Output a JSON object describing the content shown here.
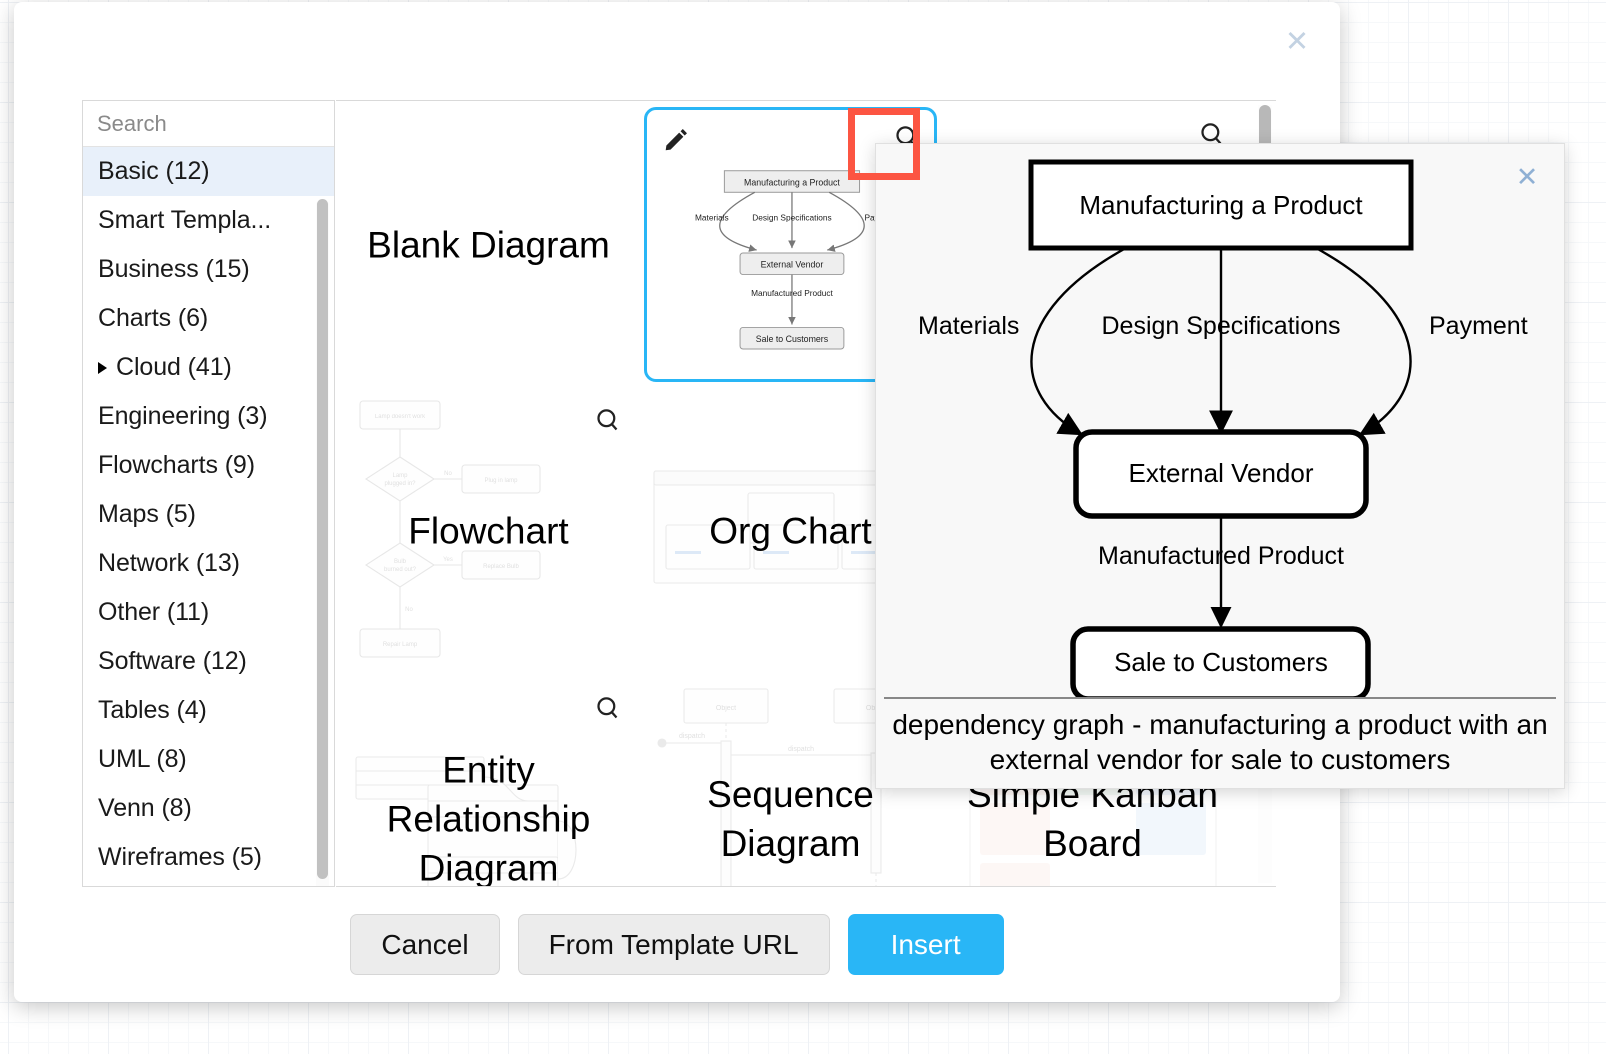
{
  "dialog": {
    "close_label": "✕"
  },
  "search": {
    "placeholder": "Search",
    "value": "",
    "icon": "search-icon"
  },
  "sidebar": {
    "categories": [
      {
        "label": "Basic (12)",
        "selected": true,
        "expandable": false
      },
      {
        "label": "Smart Templa...",
        "selected": false,
        "expandable": false
      },
      {
        "label": "Business (15)",
        "selected": false,
        "expandable": false
      },
      {
        "label": "Charts (6)",
        "selected": false,
        "expandable": false
      },
      {
        "label": "Cloud (41)",
        "selected": false,
        "expandable": true
      },
      {
        "label": "Engineering (3)",
        "selected": false,
        "expandable": false
      },
      {
        "label": "Flowcharts (9)",
        "selected": false,
        "expandable": false
      },
      {
        "label": "Maps (5)",
        "selected": false,
        "expandable": false
      },
      {
        "label": "Network (13)",
        "selected": false,
        "expandable": false
      },
      {
        "label": "Other (11)",
        "selected": false,
        "expandable": false
      },
      {
        "label": "Software (12)",
        "selected": false,
        "expandable": false
      },
      {
        "label": "Tables (4)",
        "selected": false,
        "expandable": false
      },
      {
        "label": "UML (8)",
        "selected": false,
        "expandable": false
      },
      {
        "label": "Venn (8)",
        "selected": false,
        "expandable": false
      },
      {
        "label": "Wireframes (5)",
        "selected": false,
        "expandable": false
      }
    ]
  },
  "templates": [
    {
      "label": "Blank Diagram",
      "selected": false,
      "has_zoom": false,
      "has_edit": false
    },
    {
      "label": "",
      "selected": true,
      "has_zoom": true,
      "has_edit": true,
      "thumb": "dependency-graph"
    },
    {
      "label": "",
      "selected": false,
      "has_zoom": true,
      "has_edit": false
    },
    {
      "label": "Flowchart",
      "selected": false,
      "has_zoom": true,
      "has_edit": false
    },
    {
      "label": "Org Chart",
      "selected": false,
      "has_zoom": true,
      "has_edit": false
    },
    {
      "label": "Entity Relationship Diagram",
      "selected": false,
      "has_zoom": true,
      "has_edit": false
    },
    {
      "label": "Sequence Diagram",
      "selected": false,
      "has_zoom": true,
      "has_edit": false
    },
    {
      "label": "Simple Kanban Board",
      "selected": false,
      "has_zoom": true,
      "has_edit": false
    }
  ],
  "thumbnail_diagram": {
    "nodes": [
      "Manufacturing a Product",
      "External Vendor",
      "Manufactured Product",
      "Sale to Customers"
    ],
    "edge_labels": [
      "Materials",
      "Design Specifications",
      "Payment"
    ]
  },
  "flowchart_thumb": {
    "nodes": [
      "Lamp doesn't work",
      "Lamp plugged in?",
      "Plug in lamp",
      "Bulb burned out?",
      "Replace Bulb",
      "Repair Lamp"
    ],
    "labels": [
      "No",
      "Yes",
      "Yes",
      "No"
    ]
  },
  "sequence_thumb": {
    "objects": [
      "Object",
      "Object"
    ],
    "messages": [
      "dispatch",
      "dispatch"
    ]
  },
  "footer": {
    "cancel_label": "Cancel",
    "from_url_label": "From Template URL",
    "insert_label": "Insert"
  },
  "preview": {
    "close_label": "✕",
    "caption": "dependency graph - manufacturing a product with an external vendor for sale to customers",
    "nodes": [
      "Manufacturing a Product",
      "External Vendor",
      "Sale to Customers"
    ],
    "edge_labels": [
      "Materials",
      "Design Specifications",
      "Payment",
      "Manufactured Product"
    ]
  },
  "annotation": {
    "highlight_color": "#fc5542",
    "target": "zoom-icon"
  },
  "colors": {
    "accent": "#29b6f6",
    "selected_row": "#e8f0fa",
    "highlight": "#fc5542",
    "close_x": "#c3d2e2"
  }
}
